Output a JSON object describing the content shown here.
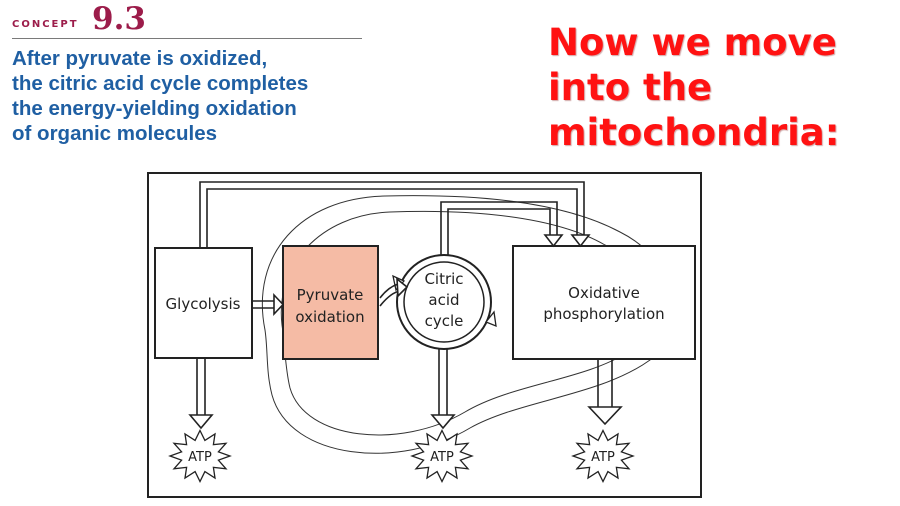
{
  "concept": {
    "label": "CONCEPT",
    "number": "9.3",
    "title_lines": [
      "After pyruvate is oxidized,",
      "the citric acid cycle completes",
      "the energy-yielding oxidation",
      "of organic molecules"
    ]
  },
  "headline": {
    "lines": [
      "Now we move",
      "into the",
      "mitochondria:"
    ]
  },
  "diagram": {
    "glycolysis": "Glycolysis",
    "pyruvate_lines": [
      "Pyruvate",
      "oxidation"
    ],
    "citric_lines": [
      "Citric",
      "acid",
      "cycle"
    ],
    "oxphos_lines": [
      "Oxidative",
      "phosphorylation"
    ],
    "atp": [
      "ATP",
      "ATP",
      "ATP"
    ]
  },
  "colors": {
    "concept_accent": "#9c1c4a",
    "title_blue": "#1f5fa3",
    "headline_red": "#ff1212",
    "pyruvate_fill": "#f5bba5"
  }
}
